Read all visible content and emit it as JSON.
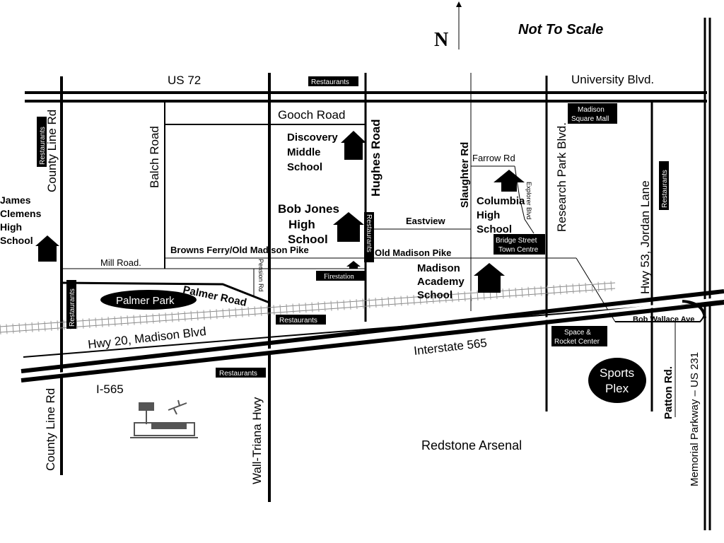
{
  "title_note": "Not To Scale",
  "north": "N",
  "roads": {
    "us72": "US 72",
    "university": "University Blvd.",
    "gooch": "Gooch Road",
    "balch": "Balch Road",
    "county_line_top": "County Line Rd",
    "county_line_bottom": "County Line Rd",
    "hughes": "Hughes Road",
    "slaughter": "Slaughter Rd",
    "farrow": "Farrow Rd",
    "explorer": "Explorer Blvd",
    "research_park": "Research Park Blvd.",
    "hwy53": "Hwy 53, Jordan Lane",
    "eastview": "Eastview",
    "browns_ferry": "Browns Ferry/Old Madison Pike",
    "old_madison": "Old Madison Pike",
    "mill": "Mill Road.",
    "pension": "Pension Rd",
    "palmer_road": "Palmer Road",
    "hwy20": "Hwy 20, Madison Blvd",
    "i565_label": "Interstate 565",
    "i565_short": "I-565",
    "bob_wallace": "Bob Wallace Ave",
    "wall_triana": "Wall-Triana Hwy",
    "patton": "Patton Rd.",
    "memorial": "Memorial Parkway – US 231"
  },
  "places": {
    "redstone": "Redstone Arsenal",
    "palmer_park": "Palmer Park",
    "sports_plex_1": "Sports",
    "sports_plex_2": "Plex",
    "firestation": "Firestation"
  },
  "schools": {
    "discovery": [
      "Discovery",
      "Middle",
      "School"
    ],
    "bob_jones": [
      "Bob Jones",
      "High",
      "School"
    ],
    "james_clemens": [
      "James",
      "Clemens",
      "High",
      "School"
    ],
    "columbia": [
      "Columbia",
      "High",
      "School"
    ],
    "madison_academy": [
      "Madison",
      "Academy",
      "School"
    ]
  },
  "boxes": {
    "restaurants": "Restaurants",
    "madison_square_1": "Madison",
    "madison_square_2": "Square Mall",
    "bridge_street_1": "Bridge Street",
    "bridge_street_2": "Town Centre",
    "space_rocket_1": "Space &",
    "space_rocket_2": "Rocket Center"
  },
  "icons": {
    "school": "school-house-icon",
    "airport": "airport-icon",
    "north_arrow": "north-arrow-icon"
  }
}
